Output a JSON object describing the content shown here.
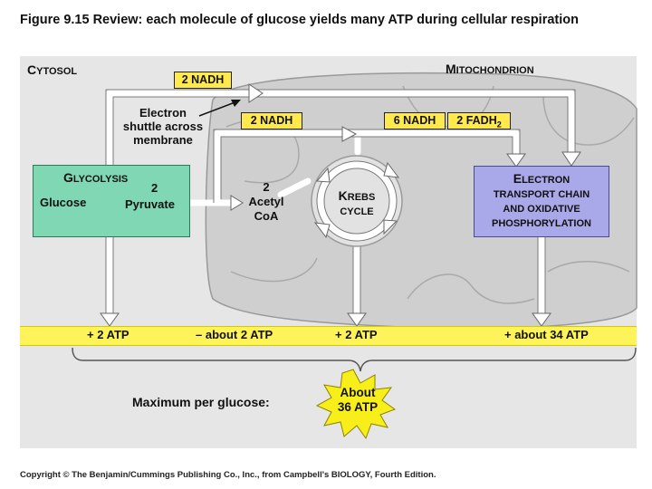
{
  "title": "Figure 9.15  Review: each molecule of glucose yields many ATP during cellular respiration",
  "region_left": {
    "big": "C",
    "small": "YTOSOL"
  },
  "region_right": {
    "big": "M",
    "small": "ITOCHONDRION"
  },
  "nadh_shuttle_box": "2 NADH",
  "shuttle_label": [
    "Electron",
    "shuttle across",
    "membrane"
  ],
  "nadh_acetyl_box": "2 NADH",
  "nadh_krebs_box": "6 NADH",
  "fadh_box": {
    "main": "2 FADH",
    "sub": "2"
  },
  "glycolysis": {
    "title_big": "G",
    "title_small": "LYCOLYSIS",
    "input": "Glucose",
    "output_count": "2",
    "output": "Pyruvate"
  },
  "acetyl": [
    "2",
    "Acetyl",
    "CoA"
  ],
  "krebs": {
    "line1_big": "K",
    "line1_small": "REBS",
    "line2": "CYCLE"
  },
  "etc": {
    "line1_big": "E",
    "line1_small": "LECTRON",
    "line2": "TRANSPORT CHAIN",
    "line3": "AND OXIDATIVE",
    "line4": "PHOSPHORYLATION"
  },
  "atp_values": [
    "+ 2 ATP",
    "– about 2 ATP",
    "+ 2 ATP",
    "+ about 34 ATP"
  ],
  "max_label": "Maximum per glucose:",
  "burst": [
    "About",
    "36 ATP"
  ],
  "copyright": "Copyright © The Benjamin/Cummings Publishing Co., Inc., from Campbell's BIOLOGY, Fourth Edition.",
  "colors": {
    "glycolysis_box": "#7fd8b3",
    "etc_box": "#a9a8e9",
    "label_boxes": "#ffe94d",
    "atp_bar": "#fff35a",
    "burst": "#f7ee1a",
    "arrows": "#ffffff"
  }
}
